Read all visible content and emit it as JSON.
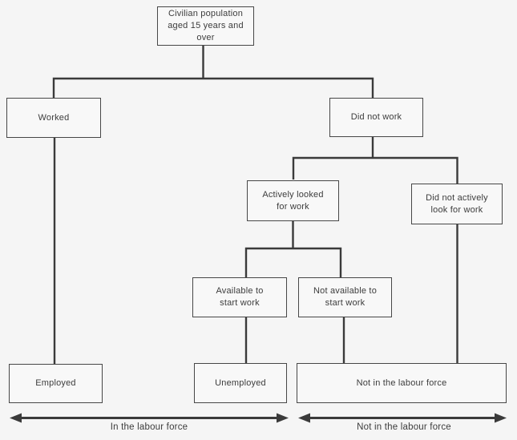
{
  "diagram": {
    "nodes": {
      "civilian": {
        "label": "Civilian population\naged 15 years and\nover"
      },
      "worked": {
        "label": "Worked"
      },
      "did_not_work": {
        "label": "Did not work"
      },
      "actively_looked": {
        "label": "Actively looked\nfor work"
      },
      "did_not_actively": {
        "label": "Did not actively\nlook for work"
      },
      "available": {
        "label": "Available to\nstart work"
      },
      "not_available": {
        "label": "Not available to\nstart work"
      },
      "employed": {
        "label": "Employed"
      },
      "unemployed": {
        "label": "Unemployed"
      },
      "not_in_labour_force": {
        "label": "Not in the labour force"
      }
    },
    "footer": {
      "in_labour_force": "In the labour force",
      "not_in_labour_force": "Not in the labour force"
    },
    "colors": {
      "line": "#3a3a3a",
      "box_border": "#474747",
      "background": "#f5f5f5",
      "text": "#3c3c3c"
    }
  }
}
